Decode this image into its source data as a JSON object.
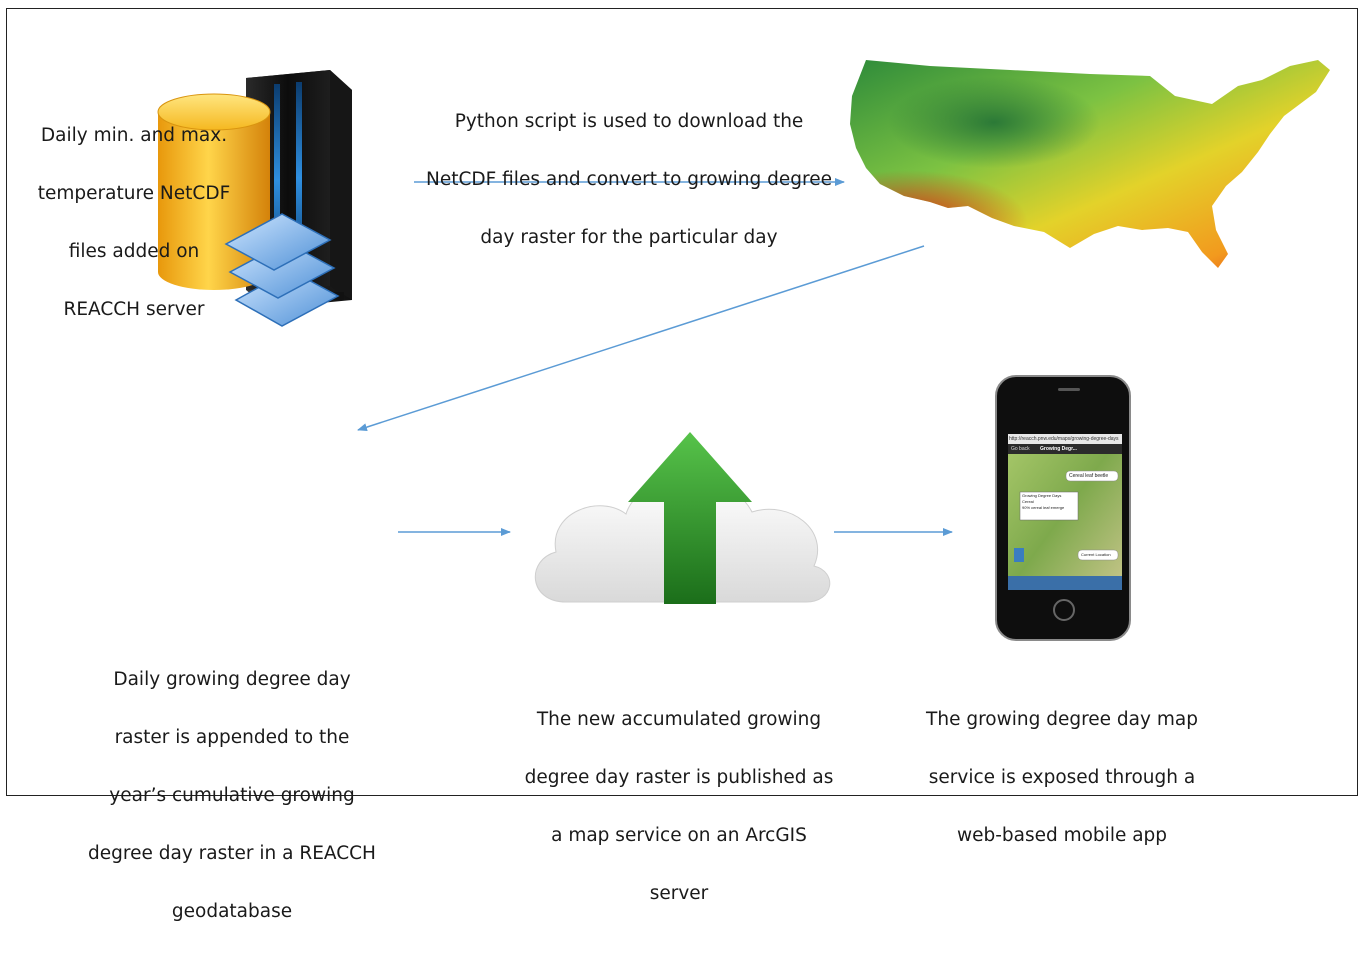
{
  "steps": {
    "server": {
      "lines": [
        "Daily min. and max.",
        "temperature NetCDF",
        "files added on",
        "REACCH server"
      ]
    },
    "script": {
      "lines": [
        "Python script is used to download the",
        "NetCDF files and convert to growing degree",
        "day raster for the particular day"
      ]
    },
    "geodatabase": {
      "lines": [
        "Daily growing degree day",
        "raster is appended to the",
        "year’s cumulative growing",
        "degree day raster in a REACCH",
        "geodatabase"
      ]
    },
    "publish": {
      "lines": [
        "The new accumulated growing",
        "degree day raster is published as",
        "a map service on an ArcGIS",
        "server"
      ]
    },
    "mobile": {
      "lines": [
        "The growing degree day map",
        "service is exposed through a",
        "web-based mobile app"
      ]
    }
  },
  "phone_screen": {
    "url_bar": "http://reacch.pnw.edu/maps/growing-degree-days",
    "back_label": "Go back",
    "title": "Growing Degr...",
    "chip_label": "Cereal leaf beetle",
    "popup_title": "Growing Degree Days",
    "popup_line1": "Cereal",
    "popup_line2": "90% cereal leaf emerge",
    "location_button": "Current Location"
  },
  "colors": {
    "arrow": "#5b9bd5",
    "upload_arrow": "#2e9a2a",
    "db_gold": "#f2b31b",
    "layer_blue": "#6fa8e0"
  },
  "icons": [
    "server-icon",
    "usa-temperature-map",
    "database-icon",
    "raster-layers-icon",
    "cloud-upload-icon",
    "smartphone-icon"
  ]
}
